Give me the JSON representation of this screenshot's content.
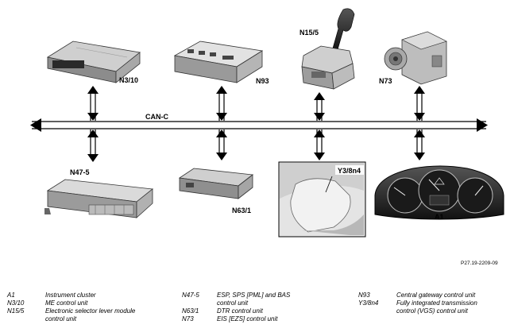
{
  "bus": {
    "name": "CAN-C"
  },
  "modules": {
    "n3_10": "N3/10",
    "n93": "N93",
    "n15_5": "N15/5",
    "n73": "N73",
    "n47_5": "N47-5",
    "n63_1": "N63/1",
    "y3_8n4": "Y3/8n4",
    "a1": "A1"
  },
  "reference": "P27.19-2209-09",
  "legend": {
    "col1": [
      {
        "code": "A1",
        "desc": "Instrument cluster",
        "desc2": ""
      },
      {
        "code": "N3/10",
        "desc": "ME control unit",
        "desc2": ""
      },
      {
        "code": "N15/5",
        "desc": "Electronic selector lever module",
        "desc2": "control unit"
      }
    ],
    "col2": [
      {
        "code": "N47-5",
        "desc": "ESP, SPS [PML] and BAS",
        "desc2": "control unit"
      },
      {
        "code": "N63/1",
        "desc": "DTR control unit",
        "desc2": ""
      },
      {
        "code": "N73",
        "desc": "EIS [EZS] control unit",
        "desc2": ""
      }
    ],
    "col3": [
      {
        "code": "N93",
        "desc": "Central gateway control unit",
        "desc2": ""
      },
      {
        "code": "Y3/8n4",
        "desc": "Fully integrated transmission",
        "desc2": "control (VGS) control unit"
      }
    ]
  }
}
